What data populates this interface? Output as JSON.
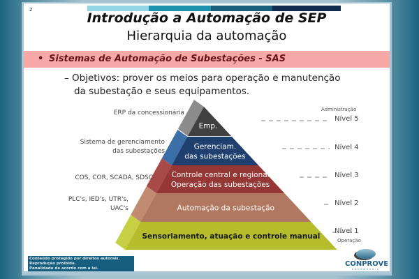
{
  "slide": {
    "page_number": "2",
    "title": "Introdução a Automação de SEP",
    "subtitle": "Hierarquia da automação",
    "bullet": "Sistemas de Automação de Subestações - SAS",
    "objective_line1": "– Objetivos:  prover os meios para operação e manutenção",
    "objective_line2": "da subestação e seus equipamentos."
  },
  "pyramid": {
    "levels": [
      {
        "name": "Nível 5",
        "line1": "Emp.",
        "line2": "",
        "left_label1": "ERP da concessionária",
        "left_label2": "",
        "color": "#404040"
      },
      {
        "name": "Nível 4",
        "line1": "Gerenciam.",
        "line2": "das subestações",
        "left_label1": "Sistema de gerenciamento",
        "left_label2": "das subestações",
        "color": "#1f3f6e"
      },
      {
        "name": "Nível 3",
        "line1": "Controle central e regional",
        "line2": "Operação das subestações",
        "left_label1": "COS, COR, SCADA, SDSC",
        "left_label2": "",
        "color": "#953735"
      },
      {
        "name": "Nível 2",
        "line1": "Automação da subestação",
        "line2": "",
        "left_label1": "PLC's, IED's, UTR's,",
        "left_label2": "UAC's",
        "color": "#b07860"
      },
      {
        "name": "Nível 1",
        "line1": "Sensoriamento, atuação e controle manual",
        "line2": "",
        "left_label1": "",
        "left_label2": "",
        "color": "#b5bd2c"
      }
    ],
    "top_caption": "Administração",
    "bottom_caption": "Operação"
  },
  "footer": {
    "copyright1": "Conteúdo protegido por direitos autorais.",
    "copyright2": "Reprodução proibida.",
    "copyright3": "Penalidade de acordo com a lei.",
    "logo_text": "CONPROVE",
    "logo_sub": "ENGENHARIA"
  }
}
